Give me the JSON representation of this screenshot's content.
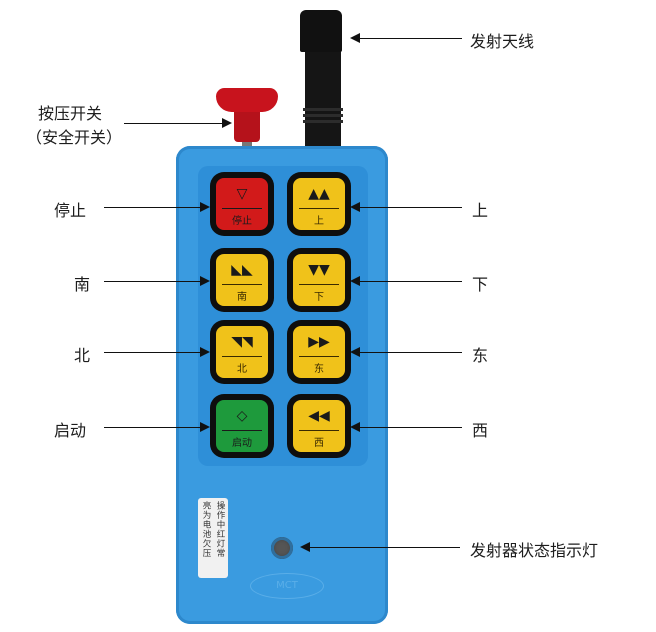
{
  "diagram": {
    "subject": "wireless crane remote control transmitter",
    "callouts": {
      "antenna": "发射天线",
      "emergency_switch_line1": "按压开关",
      "emergency_switch_line2": "（安全开关）",
      "stop": "停止",
      "south": "南",
      "north": "北",
      "start": "启动",
      "up": "上",
      "down": "下",
      "east": "东",
      "west": "西",
      "indicator": "发射器状态指示灯"
    },
    "buttons": [
      {
        "label": "停止",
        "symbol": "▽",
        "color": "#d21a1a"
      },
      {
        "label": "上",
        "symbol": "▲▲",
        "color": "#f0c21a"
      },
      {
        "label": "南",
        "symbol": "◣◣",
        "color": "#f0c21a"
      },
      {
        "label": "下",
        "symbol": "▼▼",
        "color": "#f0c21a"
      },
      {
        "label": "北",
        "symbol": "◥◥",
        "color": "#f0c21a"
      },
      {
        "label": "东",
        "symbol": "▶▶",
        "color": "#f0c21a"
      },
      {
        "label": "启动",
        "symbol": "◇",
        "color": "#1e9a3c"
      },
      {
        "label": "西",
        "symbol": "◀◀",
        "color": "#f0c21a"
      }
    ],
    "sticker": {
      "col1": "操作中红灯常",
      "col2": "亮为电池欠压"
    },
    "logo": "MCT",
    "colors": {
      "body": "#3a9be0",
      "stop_knob": "#c8131d",
      "antenna": "#111111"
    }
  }
}
